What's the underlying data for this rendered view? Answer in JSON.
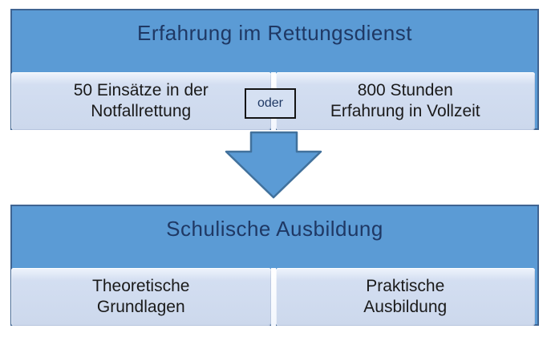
{
  "diagram": {
    "top_section": {
      "title": "Erfahrung im Rettungsdienst",
      "left_cell": "50 Einsätze in der\nNotfallrettung",
      "connector_label": "oder",
      "right_cell": "800 Stunden\nErfahrung in Vollzeit"
    },
    "arrow": {
      "icon": "down-arrow-icon",
      "direction": "down"
    },
    "bottom_section": {
      "title": "Schulische Ausbildung",
      "left_cell": "Theoretische\nGrundlagen",
      "right_cell": "Praktische\nAusbildung"
    }
  },
  "colors": {
    "section_fill": "#5b9bd5",
    "section_border": "#3f6492",
    "section_title_text": "#1f3864",
    "cell_fill": "#ccd8ec",
    "cell_highlight": "#eff4fc",
    "cell_text": "#1a1a1a",
    "divider": "#ffffff",
    "arrow_fill": "#5b9bd5",
    "arrow_border": "#41719c",
    "connector_fill": "#d5e0f2",
    "connector_border": "#141414",
    "connector_text": "#1f3864",
    "page_background": "#ffffff"
  }
}
